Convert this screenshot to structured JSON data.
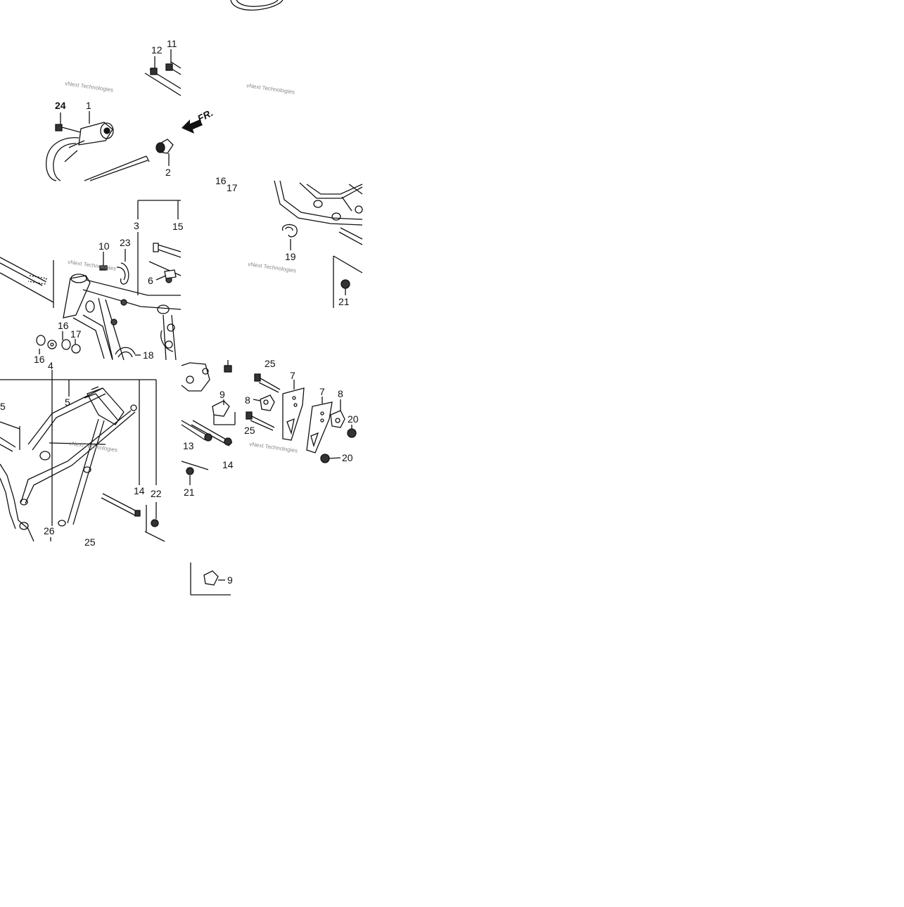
{
  "diagram": {
    "front_marker": "FR.",
    "watermark": "vNext Technologies",
    "callouts": {
      "c1": "1",
      "c2": "2",
      "c3": "3",
      "c4": "4",
      "c5": "5",
      "c5b": "5",
      "c6": "6",
      "c7a": "7",
      "c7b": "7",
      "c8a": "8",
      "c8b": "8",
      "c9a": "9",
      "c9b": "9",
      "c10": "10",
      "c11": "11",
      "c12": "12",
      "c13": "13",
      "c14a": "14",
      "c14b": "14",
      "c15": "15",
      "c16a": "16",
      "c16b": "16",
      "c16c": "16",
      "c17a": "17",
      "c17b": "17",
      "c18": "18",
      "c19": "19",
      "c20a": "20",
      "c20b": "20",
      "c21a": "21",
      "c21b": "21",
      "c22": "22",
      "c23": "23",
      "c24": "24",
      "c25a": "25",
      "c25b": "25",
      "c25c": "25",
      "c26": "26"
    }
  }
}
